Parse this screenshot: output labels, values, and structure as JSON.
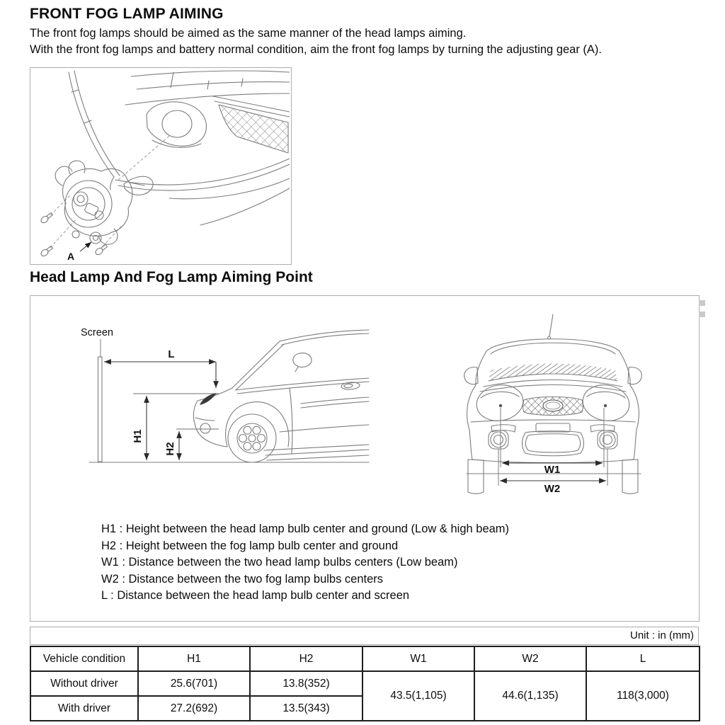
{
  "page": {
    "title": "FRONT FOG LAMP AIMING",
    "intro": [
      "The front fog lamps should be aimed as the same manner of the head lamps aiming.",
      "With the front fog lamps and battery normal condition, aim the front fog lamps by turning the adjusting gear (A)."
    ],
    "section_title": "Head Lamp And Fog Lamp Aiming Point"
  },
  "fog_lamp_figure": {
    "part_label": "A"
  },
  "aiming_diagram": {
    "screen_label": "Screen",
    "labels": {
      "L": "L",
      "H1": "H1",
      "H2": "H2",
      "W1": "W1",
      "W2": "W2"
    }
  },
  "legend": [
    "H1 : Height between the head lamp bulb center and ground (Low & high beam)",
    "H2 : Height between the fog lamp bulb center and ground",
    "W1 : Distance between the two head lamp bulbs centers (Low beam)",
    "W2 : Distance between the two fog lamp bulbs centers",
    "L : Distance between the head lamp bulb center and screen"
  ],
  "spec_table": {
    "unit_note": "Unit : in (mm)",
    "headers": [
      "Vehicle condition",
      "H1",
      "H2",
      "W1",
      "W2",
      "L"
    ],
    "rows": [
      {
        "condition": "Without driver",
        "H1": "25.6(701)",
        "H2": "13.8(352)"
      },
      {
        "condition": "With driver",
        "H1": "27.2(692)",
        "H2": "13.5(343)"
      }
    ],
    "shared": {
      "W1": "43.5(1,105)",
      "W2": "44.6(1,135)",
      "L": "118(3,000)"
    }
  }
}
